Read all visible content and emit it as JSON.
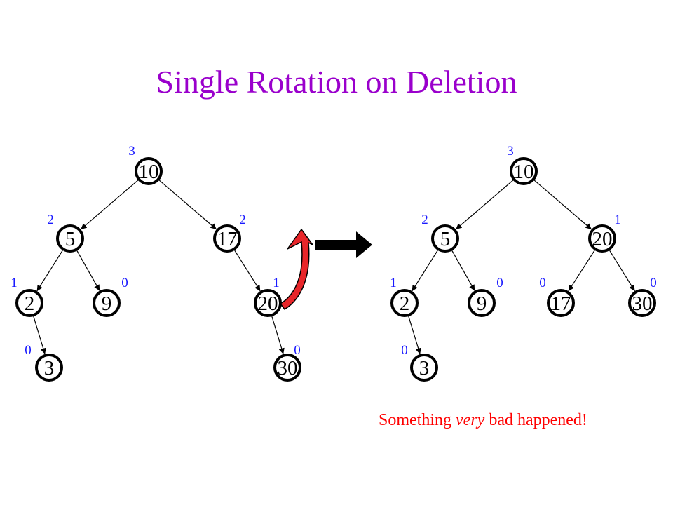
{
  "title": "Single Rotation on Deletion",
  "colors": {
    "title": "#9a00cc",
    "height_labels": "#1a1aff",
    "caption": "#ff0000",
    "rotation_arrow": "#e8262a"
  },
  "trees": [
    {
      "name": "before",
      "nodes": [
        {
          "id": "n10",
          "key": "10",
          "height": "3",
          "parent": null
        },
        {
          "id": "n5",
          "key": "5",
          "height": "2",
          "parent": "n10"
        },
        {
          "id": "n17",
          "key": "17",
          "height": "2",
          "parent": "n10"
        },
        {
          "id": "n2",
          "key": "2",
          "height": "1",
          "parent": "n5"
        },
        {
          "id": "n9",
          "key": "9",
          "height": "0",
          "parent": "n5"
        },
        {
          "id": "n20",
          "key": "20",
          "height": "1",
          "parent": "n17"
        },
        {
          "id": "n3",
          "key": "3",
          "height": "0",
          "parent": "n2"
        },
        {
          "id": "n30",
          "key": "30",
          "height": "0",
          "parent": "n20"
        }
      ]
    },
    {
      "name": "after",
      "nodes": [
        {
          "id": "m10",
          "key": "10",
          "height": "3",
          "parent": null
        },
        {
          "id": "m5",
          "key": "5",
          "height": "2",
          "parent": "m10"
        },
        {
          "id": "m20",
          "key": "20",
          "height": "1",
          "parent": "m10"
        },
        {
          "id": "m2",
          "key": "2",
          "height": "1",
          "parent": "m5"
        },
        {
          "id": "m9",
          "key": "9",
          "height": "0",
          "parent": "m5"
        },
        {
          "id": "m17",
          "key": "17",
          "height": "0",
          "parent": "m20"
        },
        {
          "id": "m30",
          "key": "30",
          "height": "0",
          "parent": "m20"
        },
        {
          "id": "m3",
          "key": "3",
          "height": "0",
          "parent": "m2"
        }
      ]
    }
  ],
  "caption": {
    "before": "Something ",
    "emphasis": "very",
    "after": " bad happened!"
  }
}
